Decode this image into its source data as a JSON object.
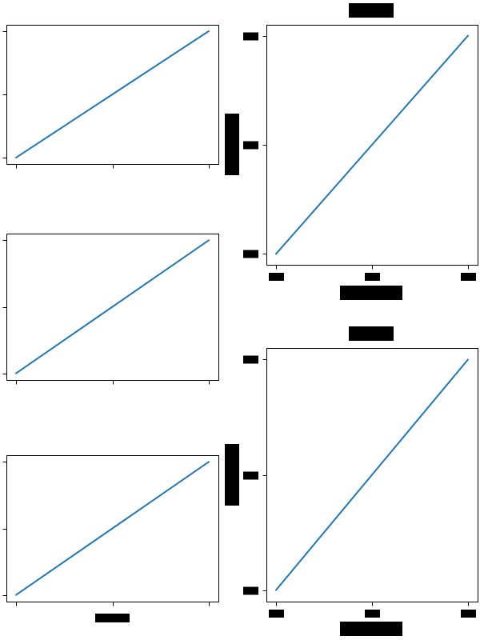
{
  "chart_data": [
    {
      "type": "line",
      "panel": "left-top",
      "x": [
        0,
        1,
        2
      ],
      "series": [
        {
          "values": [
            0,
            1,
            2
          ]
        }
      ],
      "xlim": [
        -0.1,
        2.1
      ],
      "ylim": [
        -0.1,
        2.1
      ],
      "xticks": [
        0,
        1,
        2
      ],
      "yticks": [
        0,
        1,
        2
      ],
      "grid": false
    },
    {
      "type": "line",
      "panel": "left-middle",
      "x": [
        0,
        1,
        2
      ],
      "series": [
        {
          "values": [
            0,
            1,
            2
          ]
        }
      ],
      "xlim": [
        -0.1,
        2.1
      ],
      "ylim": [
        -0.1,
        2.1
      ],
      "xticks": [
        0,
        1,
        2
      ],
      "yticks": [
        0,
        1,
        2
      ],
      "grid": false
    },
    {
      "type": "line",
      "panel": "left-bottom",
      "x": [
        0,
        1,
        2
      ],
      "series": [
        {
          "values": [
            0,
            1,
            2
          ]
        }
      ],
      "xlim": [
        -0.1,
        2.1
      ],
      "ylim": [
        -0.1,
        2.1
      ],
      "xticks": [
        0,
        1,
        2
      ],
      "yticks": [
        0,
        1,
        2
      ],
      "grid": false
    },
    {
      "type": "line",
      "panel": "right-top",
      "x": [
        0,
        1,
        2
      ],
      "series": [
        {
          "values": [
            0,
            1,
            2
          ]
        }
      ],
      "xlim": [
        -0.1,
        2.1
      ],
      "ylim": [
        -0.1,
        2.1
      ],
      "xticks": [
        0,
        1,
        2
      ],
      "yticks": [
        0,
        1,
        2
      ],
      "grid": false
    },
    {
      "type": "line",
      "panel": "right-bottom",
      "x": [
        0,
        1,
        2
      ],
      "series": [
        {
          "values": [
            0,
            1,
            2
          ]
        }
      ],
      "xlim": [
        -0.1,
        2.1
      ],
      "ylim": [
        -0.1,
        2.1
      ],
      "xticks": [
        0,
        1,
        2
      ],
      "yticks": [
        0,
        1,
        2
      ],
      "grid": false
    }
  ],
  "colors": {
    "series": "#1f77b4",
    "axes": "#000000",
    "redaction": "#000000",
    "background": "#ffffff"
  }
}
